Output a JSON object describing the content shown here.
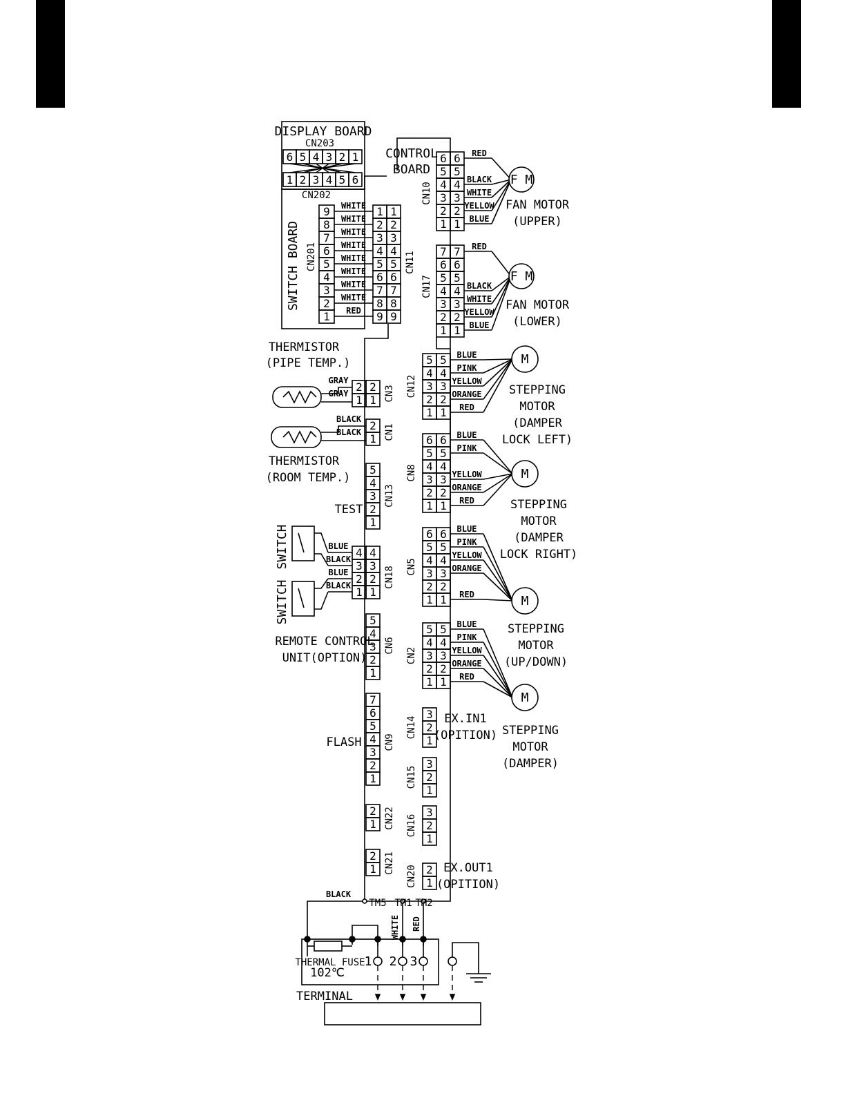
{
  "diagram": {
    "display_board": {
      "title": "DISPLAY BOARD",
      "cn203": "CN203",
      "cn203_pins": [
        "6",
        "5",
        "4",
        "3",
        "2",
        "1"
      ],
      "cn202": "CN202",
      "cn202_pins": [
        "1",
        "2",
        "3",
        "4",
        "5",
        "6"
      ]
    },
    "switch_board": {
      "title": "SWITCH BOARD",
      "connector": "CN201",
      "pins": [
        "9",
        "8",
        "7",
        "6",
        "5",
        "4",
        "3",
        "2",
        "1"
      ],
      "wires": [
        "WHITE",
        "WHITE",
        "WHITE",
        "WHITE",
        "WHITE",
        "WHITE",
        "WHITE",
        "WHITE",
        "RED"
      ]
    },
    "control_board": {
      "title_line1": "CONTROL",
      "title_line2": "BOARD"
    },
    "cn11": {
      "label": "CN11",
      "pins": [
        "1",
        "2",
        "3",
        "4",
        "5",
        "6",
        "7",
        "8",
        "9"
      ]
    },
    "fan_upper": {
      "connector": "CN10",
      "pins": [
        "6",
        "5",
        "4",
        "3",
        "2",
        "1"
      ],
      "wires": [
        "RED",
        "BLACK",
        "WHITE",
        "YELLOW",
        "BLUE"
      ],
      "symbol": "F M",
      "label_line1": "FAN MOTOR",
      "label_line2": "(UPPER)"
    },
    "fan_lower": {
      "connector": "CN17",
      "pins": [
        "7",
        "6",
        "5",
        "4",
        "3",
        "2",
        "1"
      ],
      "wires": [
        "RED",
        "BLACK",
        "WHITE",
        "YELLOW",
        "BLUE"
      ],
      "symbol": "F M",
      "label_line1": "FAN MOTOR",
      "label_line2": "(LOWER)"
    },
    "thermistor_pipe": {
      "label_line1": "THERMISTOR",
      "label_line2": "(PIPE TEMP.)",
      "connector": "CN3",
      "pins": [
        "2",
        "1"
      ],
      "wires": [
        "GRAY",
        "GRAY"
      ]
    },
    "thermistor_room": {
      "label_line1": "THERMISTOR",
      "label_line2": "(ROOM TEMP.)",
      "connector": "CN1",
      "pins": [
        "2",
        "1"
      ],
      "wires": [
        "BLACK",
        "BLACK"
      ]
    },
    "cn13": {
      "connector": "CN13",
      "label": "TEST",
      "pins": [
        "5",
        "4",
        "3",
        "2",
        "1"
      ]
    },
    "cn18": {
      "connector": "CN18",
      "pins": [
        "4",
        "3",
        "2",
        "1"
      ],
      "wires": [
        "BLUE",
        "BLACK",
        "BLUE",
        "BLACK"
      ],
      "switch_label": "SWITCH"
    },
    "cn6": {
      "connector": "CN6",
      "label_line1": "REMOTE CONTROL",
      "label_line2": "UNIT(OPTION)",
      "pins": [
        "5",
        "4",
        "3",
        "2",
        "1"
      ]
    },
    "cn9": {
      "connector": "CN9",
      "label": "FLASH",
      "pins": [
        "7",
        "6",
        "5",
        "4",
        "3",
        "2",
        "1"
      ]
    },
    "cn22": {
      "connector": "CN22",
      "pins": [
        "2",
        "1"
      ]
    },
    "cn21": {
      "connector": "CN21",
      "pins": [
        "2",
        "1"
      ]
    },
    "cn12": {
      "connector": "CN12",
      "pins": [
        "5",
        "4",
        "3",
        "2",
        "1"
      ],
      "wires": [
        "BLUE",
        "PINK",
        "YELLOW",
        "ORANGE",
        "RED"
      ],
      "label": [
        "STEPPING",
        "MOTOR",
        "(DAMPER",
        "LOCK LEFT)"
      ]
    },
    "cn8": {
      "connector": "CN8",
      "pins": [
        "6",
        "5",
        "4",
        "3",
        "2",
        "1"
      ],
      "wires": [
        "BLUE",
        "PINK",
        "YELLOW",
        "ORANGE",
        "RED"
      ],
      "label": [
        "STEPPING",
        "MOTOR",
        "(DAMPER",
        "LOCK RIGHT)"
      ]
    },
    "cn5": {
      "connector": "CN5",
      "pins": [
        "6",
        "5",
        "4",
        "3",
        "2",
        "1"
      ],
      "wires": [
        "BLUE",
        "PINK",
        "YELLOW",
        "ORANGE",
        "RED"
      ],
      "label": [
        "STEPPING",
        "MOTOR",
        "(UP/DOWN)"
      ]
    },
    "cn2": {
      "connector": "CN2",
      "pins": [
        "5",
        "4",
        "3",
        "2",
        "1"
      ],
      "wires": [
        "BLUE",
        "PINK",
        "YELLOW",
        "ORANGE",
        "RED"
      ],
      "label": [
        "STEPPING",
        "MOTOR",
        "(DAMPER)"
      ]
    },
    "motor_symbol": "M",
    "cn14": {
      "connector": "CN14",
      "pins": [
        "3",
        "2",
        "1"
      ],
      "label_line1": "EX.IN1",
      "label_line2": "(OPITION)"
    },
    "cn15": {
      "connector": "CN15",
      "pins": [
        "3",
        "2",
        "1"
      ]
    },
    "cn16": {
      "connector": "CN16",
      "pins": [
        "3",
        "2",
        "1"
      ]
    },
    "cn20": {
      "connector": "CN20",
      "pins": [
        "2",
        "1"
      ],
      "label_line1": "EX.OUT1",
      "label_line2": "(OPITION)"
    },
    "terminals": {
      "tm5": "TM5",
      "tm1": "TM1",
      "tm2": "TM2",
      "wire_black": "BLACK",
      "wire_white": "WHITE",
      "wire_red": "RED"
    },
    "terminal_block": {
      "fuse_label": "THERMAL FUSE",
      "fuse_temp": "102℃",
      "terminal_label": "TERMINAL",
      "numbers": [
        "1",
        "2",
        "3"
      ]
    }
  }
}
